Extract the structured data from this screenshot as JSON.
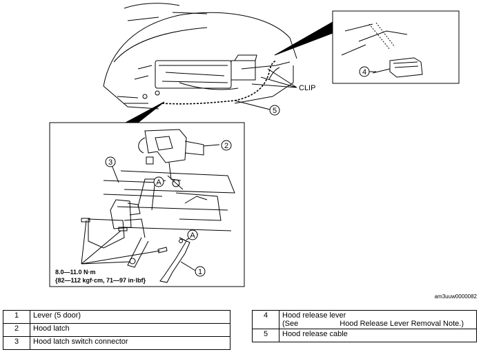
{
  "callouts": {
    "c1": "1",
    "c2": "2",
    "c3": "3",
    "c4": "4",
    "c5": "5",
    "clip": "CLIP",
    "a1": "A",
    "a2": "A"
  },
  "torque": {
    "line1": "8.0—11.0 N·m",
    "line2": "{82—112 kgf·cm, 71—97 in·lbf}"
  },
  "figure_id": "am3uuw0000082",
  "legend_left": [
    {
      "num": "1",
      "label": "Lever (5 door)"
    },
    {
      "num": "2",
      "label": "Hood latch"
    },
    {
      "num": "3",
      "label": "Hood latch switch connector"
    }
  ],
  "legend_right": [
    {
      "num": "4",
      "label": "Hood release lever",
      "note_prefix": "(See",
      "note_suffix": "Hood Release Lever Removal Note.)"
    },
    {
      "num": "5",
      "label": "Hood release cable"
    }
  ]
}
